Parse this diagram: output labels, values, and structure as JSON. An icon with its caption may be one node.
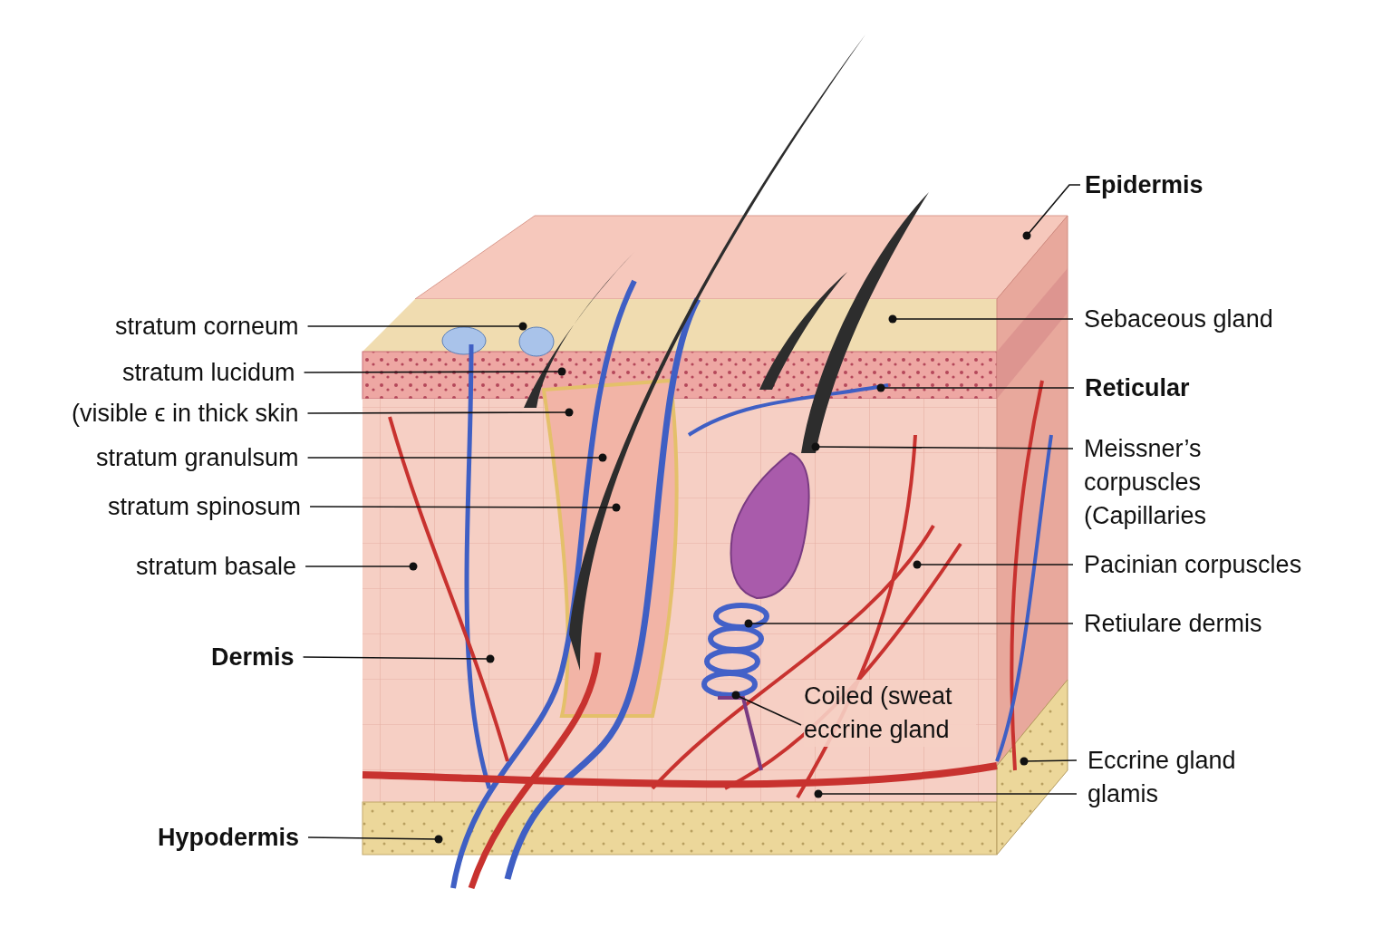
{
  "diagram": {
    "nodes": [
      {
        "text": [
          "stratum corneum"
        ]
      },
      {
        "text": [
          "stratum lucidum"
        ]
      },
      {
        "text": [
          "(visible ϵ in thick skin"
        ]
      },
      {
        "text": [
          "stratum granulsum"
        ]
      },
      {
        "text": [
          "stratum spinosum"
        ]
      },
      {
        "text": [
          "stratum basale"
        ]
      },
      {
        "text": [
          "Dermis"
        ]
      },
      {
        "text": [
          "Hypodermis"
        ]
      },
      {
        "text": [
          "Epidermis"
        ]
      },
      {
        "text": [
          "Sebaceous gland"
        ]
      },
      {
        "text": [
          "Reticular"
        ]
      },
      {
        "text": [
          "Meissner’s corpuscles (Capillaries"
        ]
      },
      {
        "text": [
          "Pacinian corpuscles"
        ]
      },
      {
        "text": [
          "Retiulare dermis"
        ]
      },
      {
        "text": [
          "Coiled (sweat eccrine gland"
        ]
      },
      {
        "text": [
          "Eccrine gland"
        ]
      },
      {
        "text": [
          "glamis"
        ]
      }
    ],
    "edges": [
      {
        "from": 0,
        "to": null,
        "arrow": "other"
      },
      {
        "from": 1,
        "to": null,
        "arrow": "other"
      },
      {
        "from": 2,
        "to": null,
        "arrow": "other"
      },
      {
        "from": 3,
        "to": null,
        "arrow": "other"
      },
      {
        "from": 4,
        "to": null,
        "arrow": "other"
      },
      {
        "from": 5,
        "to": null,
        "arrow": "other"
      },
      {
        "from": 6,
        "to": null,
        "arrow": "other"
      },
      {
        "from": 7,
        "to": null,
        "arrow": "other"
      },
      {
        "from": 8,
        "to": null,
        "arrow": "other"
      },
      {
        "from": 9,
        "to": null,
        "arrow": "other"
      },
      {
        "from": 10,
        "to": null,
        "arrow": "other"
      },
      {
        "from": 11,
        "to": null,
        "arrow": "other"
      },
      {
        "from": 12,
        "to": null,
        "arrow": "other"
      },
      {
        "from": 13,
        "to": null,
        "arrow": "other"
      },
      {
        "from": 14,
        "to": null,
        "arrow": "other"
      },
      {
        "from": 15,
        "to": null,
        "arrow": "other"
      },
      {
        "from": 16,
        "to": null,
        "arrow": "other"
      }
    ]
  }
}
